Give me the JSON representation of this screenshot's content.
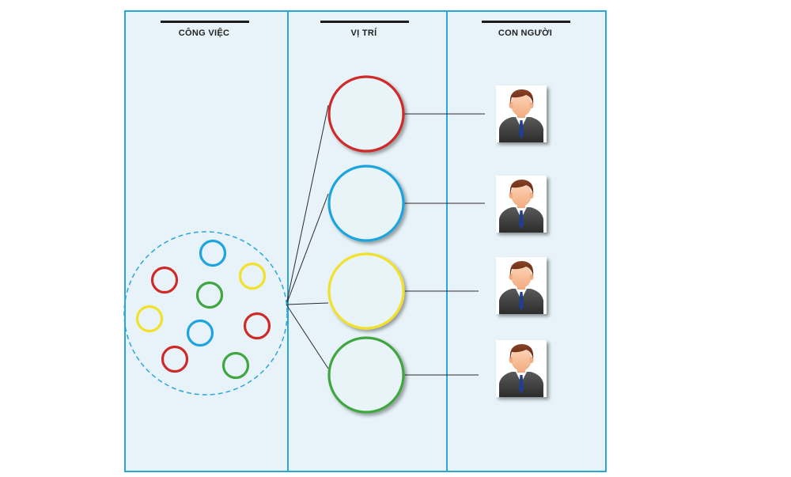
{
  "columns": {
    "tasks": {
      "title": "CÔNG VIỆC"
    },
    "positions": {
      "title": "VỊ TRÍ"
    },
    "people": {
      "title": "CON NGƯỜI"
    }
  },
  "colors": {
    "panel_fill": "#e7f3f8",
    "panel_border": "#2aa7d9",
    "red": "#cf2a2a",
    "blue": "#1ea4df",
    "yellow": "#f2e12b",
    "green": "#3fa641",
    "dashed": "#2aa7d9",
    "connector": "#2b2b2b"
  },
  "task_rings": [
    "blue",
    "yellow",
    "red",
    "green",
    "yellow",
    "blue",
    "red",
    "red",
    "green"
  ],
  "positions": [
    "red",
    "blue",
    "yellow",
    "green"
  ],
  "people": [
    {
      "icon": "person-avatar-icon"
    },
    {
      "icon": "person-avatar-icon"
    },
    {
      "icon": "person-avatar-icon"
    },
    {
      "icon": "person-avatar-icon"
    }
  ]
}
